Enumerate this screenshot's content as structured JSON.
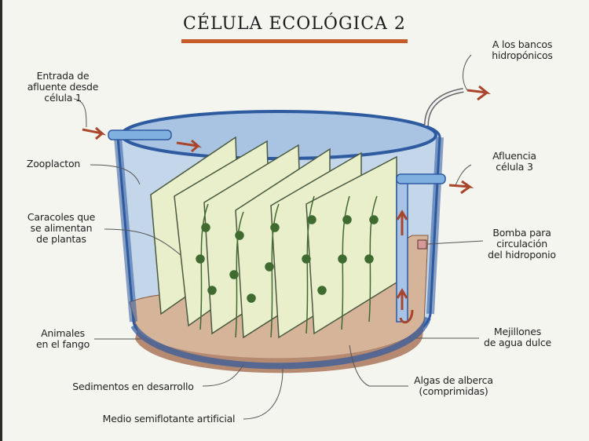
{
  "title": "CÉLULA ECOLÓGICA 2",
  "colors": {
    "title_rule": "#c65a2a",
    "tank_blue": "#3f6fb8",
    "water": "#b8cde6",
    "algae_panel": "#e8edc8",
    "plant_green": "#3f6a30",
    "sediment": "#c9a58a",
    "arrow": "#a8452a",
    "leader_line": "#555555"
  },
  "labels": {
    "entrada": [
      "Entrada de",
      "afluente desde",
      "célula 1"
    ],
    "zooplacton": [
      "Zooplacton"
    ],
    "caracoles": [
      "Caracoles que",
      "se alimentan",
      "de plantas"
    ],
    "animales": [
      "Animales",
      "en el fango"
    ],
    "sedimentos": [
      "Sedimentos en desarrollo"
    ],
    "medio": [
      "Medio semiflotante artificial"
    ],
    "bancos": [
      "A los bancos",
      "hidropónicos"
    ],
    "afluencia": [
      "Afluencia",
      "célula 3"
    ],
    "bomba": [
      "Bomba para",
      "circulación",
      "del hidroponio"
    ],
    "mejillones": [
      "Mejillones",
      "de agua dulce"
    ],
    "algas": [
      "Algas de alberca",
      "(comprimidas)"
    ]
  }
}
